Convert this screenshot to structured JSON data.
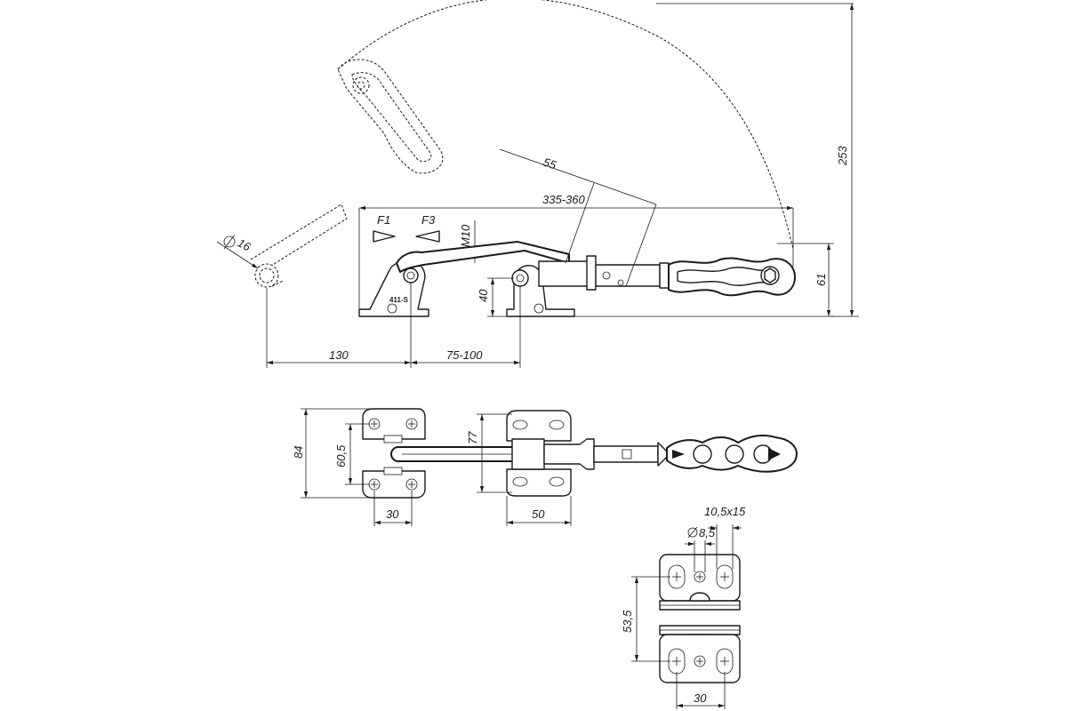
{
  "side_view": {
    "dims": {
      "swing_height": "253",
      "span": "335-360",
      "offset": "55",
      "spindle": "M10",
      "pivot_height": "40",
      "height": "61",
      "diameter": "16",
      "reach": "130",
      "pivot_spacing": "75-100"
    },
    "force_labels": {
      "f1": "F1",
      "f3": "F3"
    },
    "part_marking": "411-S"
  },
  "top_view": {
    "dims": {
      "width": "84",
      "hole_spacing": "60,5",
      "hook_width": "77",
      "base_width_left": "30",
      "base_width_right": "50"
    }
  },
  "base_detail": {
    "dims": {
      "slot": "10,5x15",
      "hole": "8,5",
      "spacing": "53,5",
      "width": "30"
    }
  }
}
